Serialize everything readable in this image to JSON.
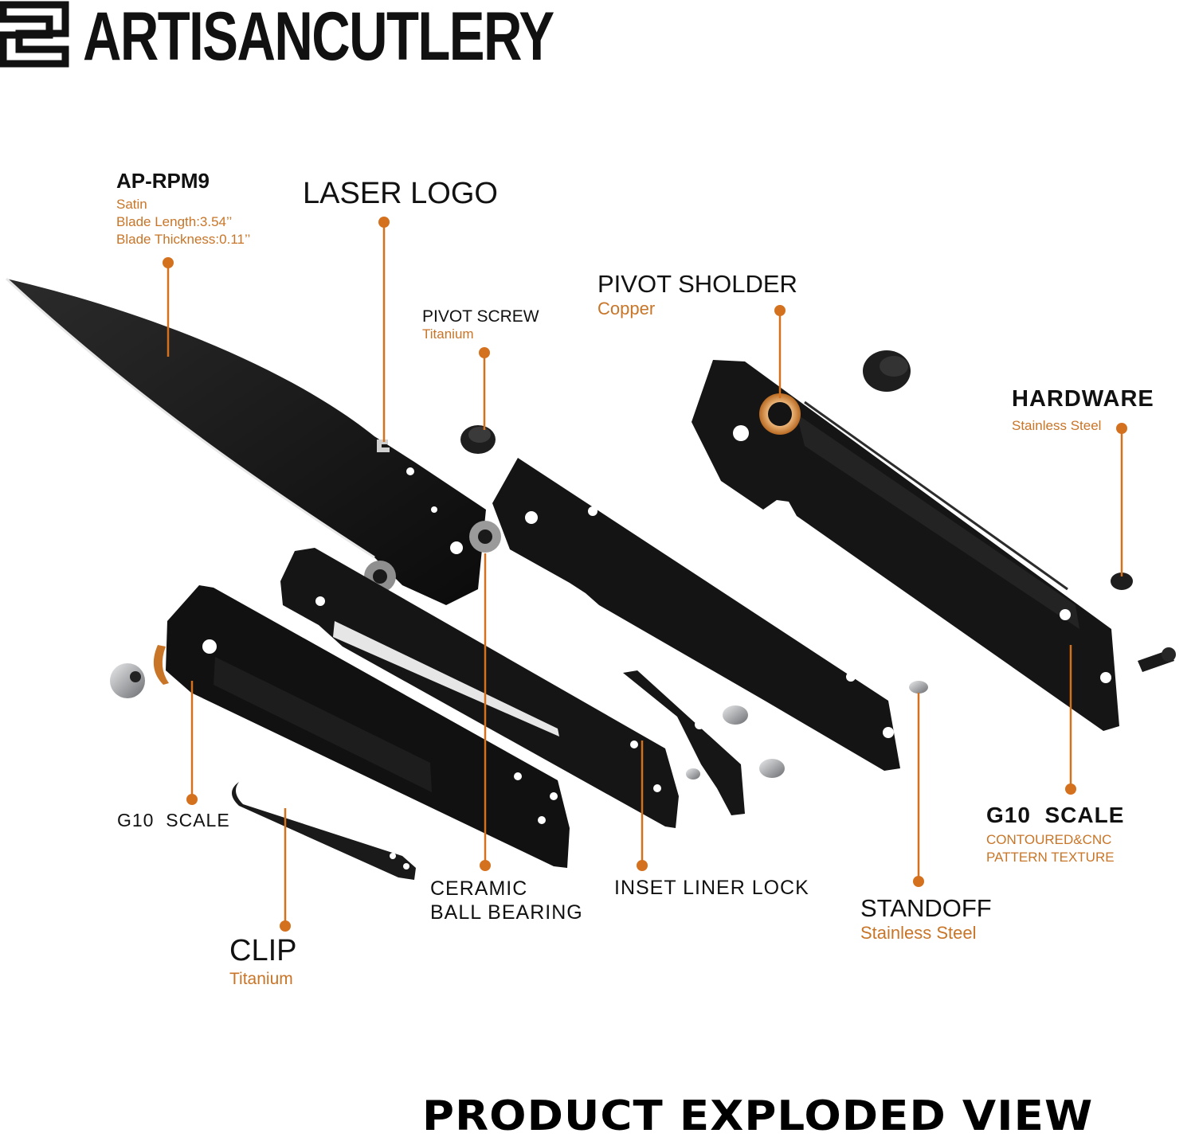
{
  "brand": {
    "name": "ARTISANCUTLERY",
    "logo_icon": "artisan-logo-icon"
  },
  "footer": {
    "title": "PRODUCT EXPLODED VIEW"
  },
  "colors": {
    "accent": "#c87528",
    "text": "#111111",
    "part": "#141414"
  },
  "callouts": {
    "blade": {
      "title": "AP-RPM9",
      "lines": [
        "Satin",
        "Blade Length:3.54’’",
        "Blade Thickness:0.11’’"
      ]
    },
    "laser_logo": {
      "title": "LASER LOGO"
    },
    "pivot_screw": {
      "title": "PIVOT SCREW",
      "sub": "Titanium"
    },
    "pivot_sholder": {
      "title": "PIVOT SHOLDER",
      "sub": "Copper"
    },
    "hardware": {
      "title": "HARDWARE",
      "sub": "Stainless Steel"
    },
    "g10_scale_left": {
      "title": "G10  SCALE"
    },
    "g10_scale_right": {
      "title": "G10  SCALE",
      "lines": [
        "CONTOURED&CNC",
        "PATTERN TEXTURE"
      ]
    },
    "clip": {
      "title": "CLIP",
      "sub": "Titanium"
    },
    "ceramic": {
      "lines": [
        "CERAMIC",
        "BALL BEARING"
      ]
    },
    "inset_liner": {
      "title": "INSET LINER LOCK"
    },
    "standoff": {
      "title": "STANDOFF",
      "sub": "Stainless Steel"
    }
  }
}
